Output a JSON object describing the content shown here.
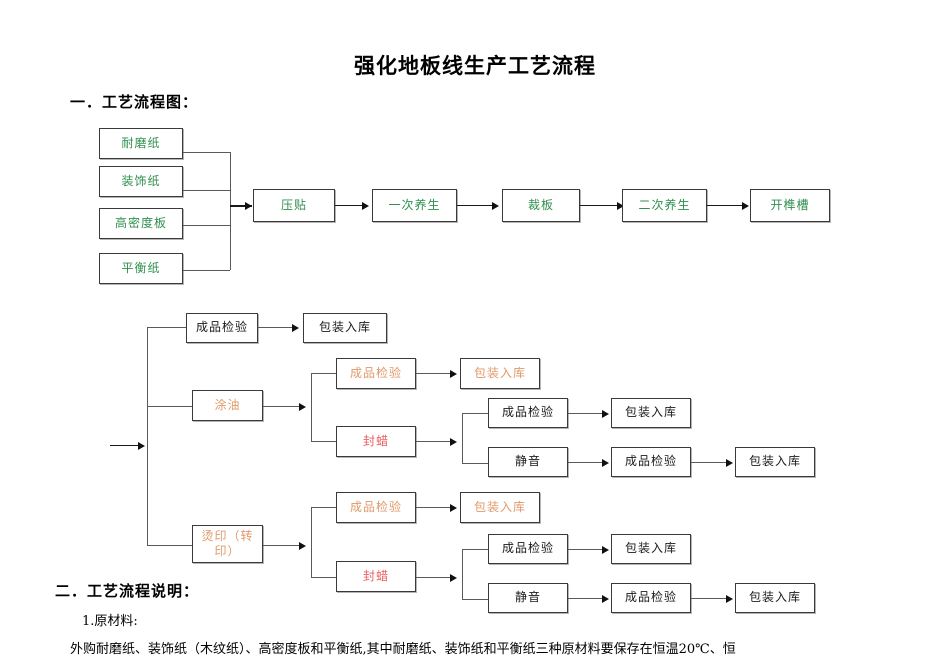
{
  "document": {
    "title": "强化地板线生产工艺流程",
    "sections": [
      {
        "heading": "一．工艺流程图："
      },
      {
        "heading": "二．工艺流程说明："
      }
    ],
    "body": [
      "1.原材料:",
      "外购耐磨纸、装饰纸（木纹纸）、高密度板和平衡纸,其中耐磨纸、装饰纸和平衡纸三种原材料要保存在恒温20℃、恒"
    ]
  },
  "colors": {
    "green": "#2f8f4e",
    "black": "#1a1a1a",
    "orange": "#e09a6a",
    "red": "#e8605f",
    "line": "#5a5a5a"
  },
  "flow_top": {
    "inputs": [
      {
        "label": "耐磨纸",
        "color": "green"
      },
      {
        "label": "装饰纸",
        "color": "green"
      },
      {
        "label": "高密度板",
        "color": "green"
      },
      {
        "label": "平衡纸",
        "color": "green"
      }
    ],
    "chain": [
      {
        "label": "压贴",
        "color": "green"
      },
      {
        "label": "一次养生",
        "color": "green"
      },
      {
        "label": "裁板",
        "color": "green"
      },
      {
        "label": "二次养生",
        "color": "green"
      },
      {
        "label": "开榫槽",
        "color": "green"
      }
    ]
  },
  "flow_bottom": {
    "branch_a": {
      "inspect": {
        "label": "成品检验",
        "color": "black"
      },
      "pack": {
        "label": "包装入库",
        "color": "black"
      }
    },
    "branch_b": {
      "process": {
        "label": "涂油",
        "color": "orange"
      },
      "sub_inspect": {
        "label": "成品检验",
        "color": "orange"
      },
      "sub_pack": {
        "label": "包装入库",
        "color": "orange"
      },
      "wax": {
        "label": "封蜡",
        "color": "red"
      },
      "wax_inspect": {
        "label": "成品检验",
        "color": "black"
      },
      "wax_pack": {
        "label": "包装入库",
        "color": "black"
      },
      "quiet": {
        "label": "静音",
        "color": "black"
      },
      "quiet_inspect": {
        "label": "成品检验",
        "color": "black"
      },
      "quiet_pack": {
        "label": "包装入库",
        "color": "black"
      }
    },
    "branch_c": {
      "process": {
        "label": "烫印（转\n印）",
        "color": "orange"
      },
      "sub_inspect": {
        "label": "成品检验",
        "color": "orange"
      },
      "sub_pack": {
        "label": "包装入库",
        "color": "orange"
      },
      "wax": {
        "label": "封蜡",
        "color": "red"
      },
      "wax_inspect": {
        "label": "成品检验",
        "color": "black"
      },
      "wax_pack": {
        "label": "包装入库",
        "color": "black"
      },
      "quiet": {
        "label": "静音",
        "color": "black"
      },
      "quiet_inspect": {
        "label": "成品检验",
        "color": "black"
      },
      "quiet_pack": {
        "label": "包装入库",
        "color": "black"
      }
    }
  }
}
